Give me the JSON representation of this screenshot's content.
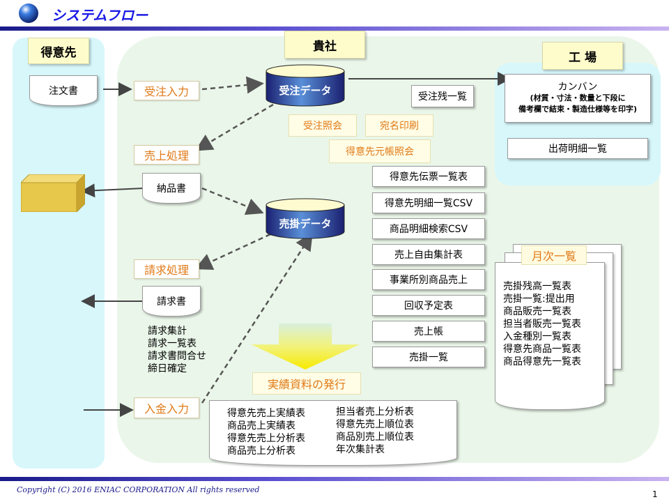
{
  "header": {
    "title": "システムフロー"
  },
  "panels": {
    "customer": "得意先",
    "company": "貴社",
    "factory": "工 場"
  },
  "customer_docs": {
    "order": "注文書",
    "delivery": "納品書",
    "invoice": "請求書"
  },
  "processes": {
    "order_entry": "受注入力",
    "sales": "売上処理",
    "billing": "請求処理",
    "payment": "入金入力"
  },
  "databases": {
    "orders": "受注データ",
    "receivables": "売掛データ"
  },
  "order_options": {
    "backlog": "受注残一覧",
    "inquiry": "受注照会",
    "address_print": "宛名印刷",
    "ledger_inquiry": "得意先元帳照会"
  },
  "billing_items": [
    "請求集計",
    "請求一覧表",
    "請求書問合せ",
    "締日確定"
  ],
  "factory_docs": {
    "kanban_title": "カンバン",
    "kanban_note1": "(材質・寸法・数量と下段に",
    "kanban_note2": "備考欄で結束・製造仕様等を印字)",
    "shipping": "出荷明細一覧"
  },
  "sales_reports": [
    "得意先伝票一覧表",
    "得意先明細一覧CSV",
    "商品明細検索CSV",
    "売上自由集計表",
    "事業所別商品売上",
    "回収予定表",
    "売上帳",
    "売掛一覧"
  ],
  "monthly": {
    "title": "月次一覧",
    "items": [
      "売掛残高一覧表",
      "売掛一覧:提出用",
      "商品販売一覧表",
      "担当者販売一覧表",
      "入金種別一覧表",
      "得意先商品一覧表",
      "商品得意先一覧表"
    ]
  },
  "results": {
    "title": "実績資料の発行",
    "col1": [
      "得意先売上実績表",
      "商品売上実績表",
      "得意先売上分析表",
      "商品売上分析表"
    ],
    "col2": [
      "担当者売上分析表",
      "得意先売上順位表",
      "商品別売上順位表",
      "年次集計表"
    ]
  },
  "footer": {
    "copyright": "Copyright (C) 2016 ENIAC CORPORATION All rights reserved",
    "page": "1"
  },
  "colors": {
    "accent": "#1a1ae6",
    "process_text": "#e07a18",
    "db_fill": "#1f2a8a",
    "package": "#e8c84a"
  }
}
